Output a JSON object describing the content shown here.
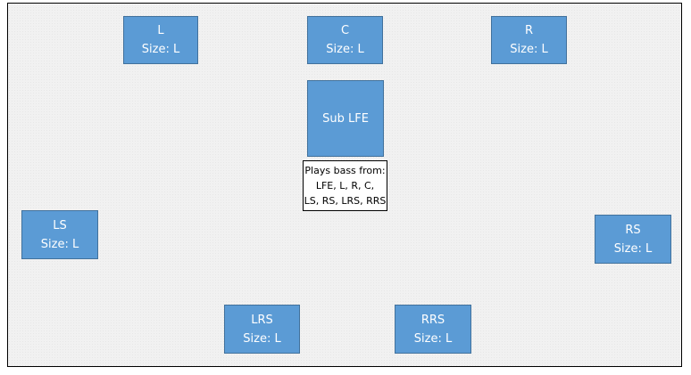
{
  "speakers": {
    "L": {
      "name": "L",
      "size": "Size: L"
    },
    "C": {
      "name": "C",
      "size": "Size: L"
    },
    "R": {
      "name": "R",
      "size": "Size: L"
    },
    "sub": {
      "name": "Sub LFE"
    },
    "LS": {
      "name": "LS",
      "size": "Size: L"
    },
    "RS": {
      "name": "RS",
      "size": "Size: L"
    },
    "LRS": {
      "name": "LRS",
      "size": "Size: L"
    },
    "RRS": {
      "name": "RRS",
      "size": "Size: L"
    }
  },
  "bass_note": {
    "line1": "Plays bass from:",
    "line2": "LFE, L, R, C,",
    "line3": "LS, RS, LRS, RRS"
  },
  "colors": {
    "speaker_fill": "#5b9bd5",
    "speaker_border": "#41719c",
    "speaker_text": "#ffffff",
    "background": "#f1f1f1"
  }
}
